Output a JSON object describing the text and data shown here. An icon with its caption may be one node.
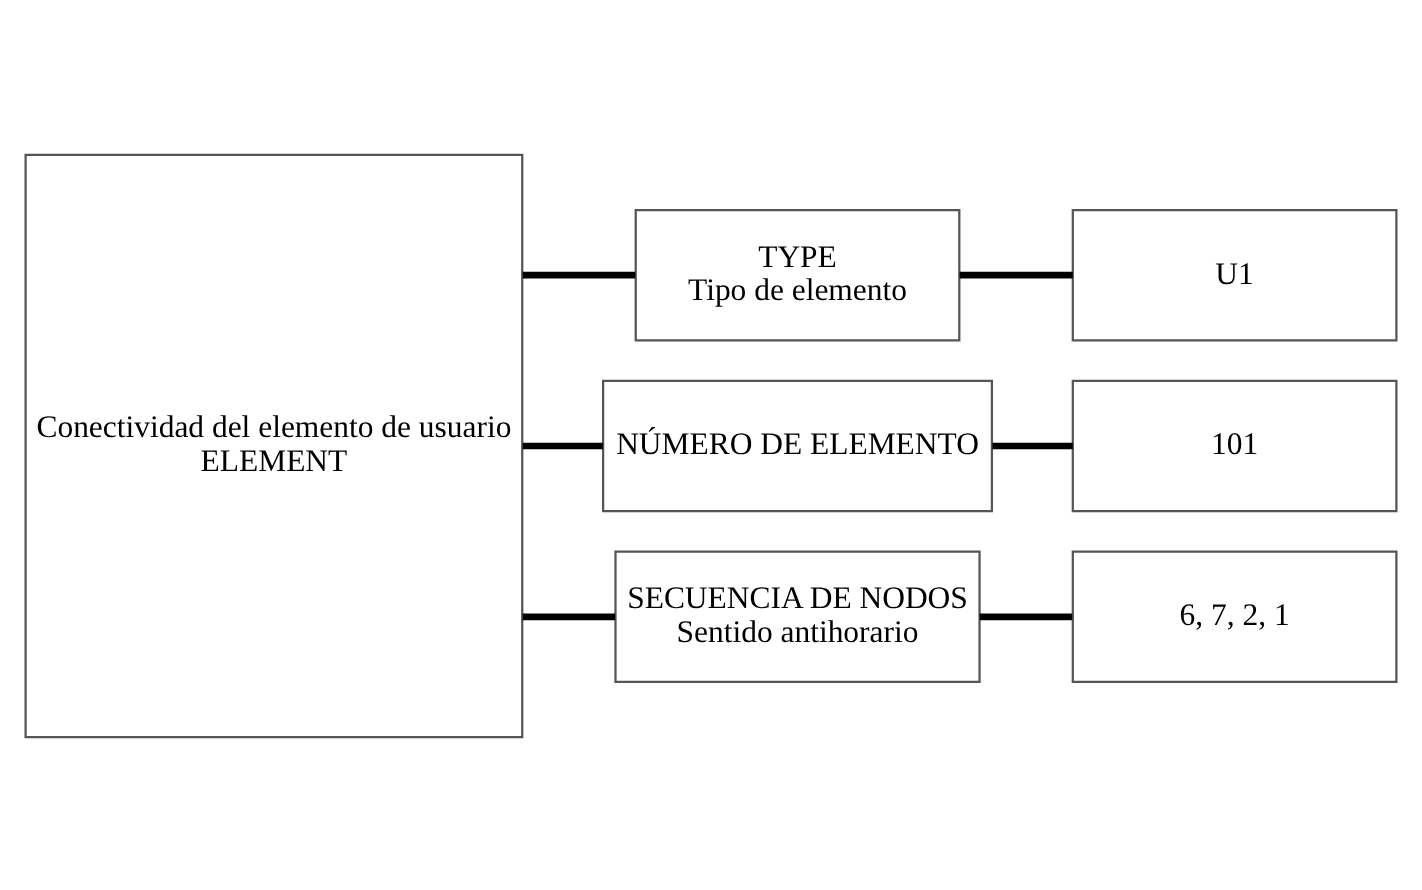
{
  "diagram": {
    "nodes": [
      {
        "text": [
          "Conectividad del elemento de usuario",
          "ELEMENT"
        ]
      },
      {
        "text": [
          "TYPE",
          "Tipo de elemento"
        ]
      },
      {
        "text": [
          "NÚMERO DE ELEMENTO"
        ]
      },
      {
        "text": [
          "SECUENCIA DE NODOS",
          "Sentido antihorario"
        ]
      },
      {
        "text": [
          "U1"
        ]
      },
      {
        "text": [
          "101"
        ]
      },
      {
        "text": [
          "6, 7, 2, 1"
        ]
      }
    ],
    "edges": [
      {
        "from": 0,
        "to": 1,
        "arrow": "none"
      },
      {
        "from": 0,
        "to": 2,
        "arrow": "none"
      },
      {
        "from": 0,
        "to": 3,
        "arrow": "none"
      },
      {
        "from": 1,
        "to": 4,
        "arrow": "none"
      },
      {
        "from": 2,
        "to": 5,
        "arrow": "none"
      },
      {
        "from": 3,
        "to": 6,
        "arrow": "none"
      }
    ]
  }
}
